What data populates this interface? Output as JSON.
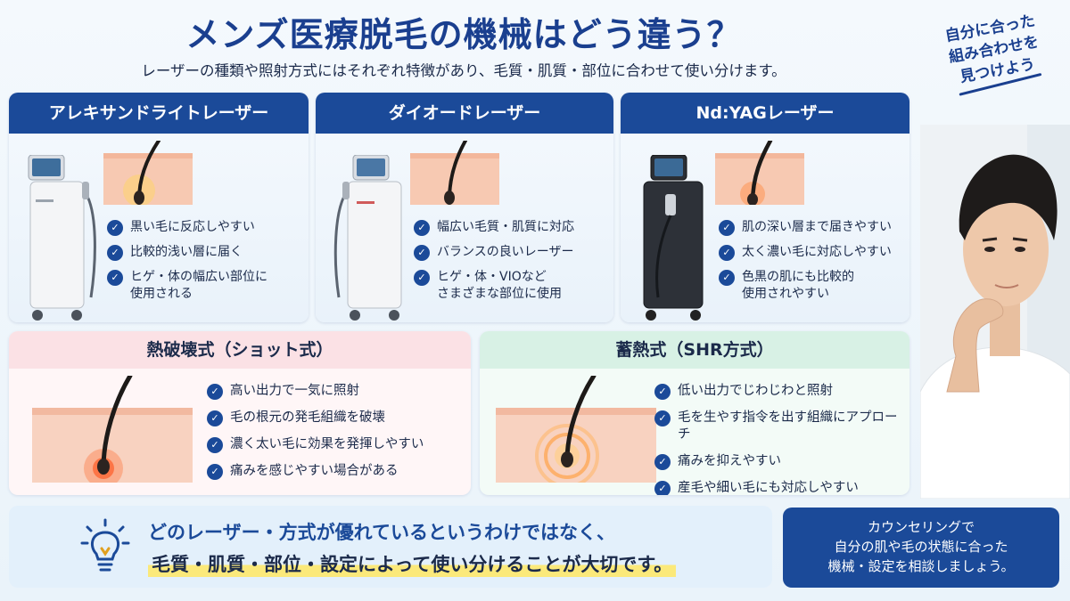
{
  "header": {
    "title": "メンズ医療脱毛の機械はどう違う？",
    "subtitle": "レーザーの種類や照射方式にはそれぞれ特徴があり、毛質・肌質・部位に合わせて使い分けます。"
  },
  "handnote": {
    "line1": "自分に合った",
    "line2": "組み合わせを",
    "line3": "見つけよう"
  },
  "lasers": [
    {
      "name": "アレキサンドライトレーザー",
      "features": [
        "黒い毛に反応しやすい",
        "比較的浅い層に届く",
        "ヒゲ・体の幅広い部位に",
        "使用される"
      ]
    },
    {
      "name": "ダイオードレーザー",
      "features": [
        "幅広い毛質・肌質に対応",
        "バランスの良いレーザー",
        "ヒゲ・体・VIOなど",
        "さまざまな部位に使用"
      ]
    },
    {
      "name": "Nd:YAGレーザー",
      "features": [
        "肌の深い層まで届きやすい",
        "太く濃い毛に対応しやすい",
        "色黒の肌にも比較的",
        "使用されやすい"
      ]
    }
  ],
  "methods": {
    "shot": {
      "name": "熱破壊式（ショット式）",
      "features": [
        "高い出力で一気に照射",
        "毛の根元の発毛組織を破壊",
        "濃く太い毛に効果を発揮しやすい",
        "痛みを感じやすい場合がある"
      ]
    },
    "shr": {
      "name": "蓄熱式（SHR方式）",
      "features": [
        "低い出力でじわじわと照射",
        "毛を生やす指令を出す組織にアプローチ",
        "痛みを抑えやすい",
        "産毛や細い毛にも対応しやすい"
      ]
    }
  },
  "tip": {
    "line1": "どのレーザー・方式が優れているというわけではなく、",
    "line2": "毛質・肌質・部位・設定によって使い分けることが大切です。"
  },
  "cta": {
    "line1": "カウンセリングで",
    "line2": "自分の肌や毛の状態に合った",
    "line3": "機械・設定を相談しましょう。"
  },
  "check_symbol": "✓",
  "colors": {
    "accent": "#1b4a99",
    "shot_header": "#fbe1e5",
    "shr_header": "#d8f1e5",
    "highlight": "#fbe97a"
  },
  "icons": {
    "check": "check-icon",
    "bulb": "lightbulb-icon"
  }
}
